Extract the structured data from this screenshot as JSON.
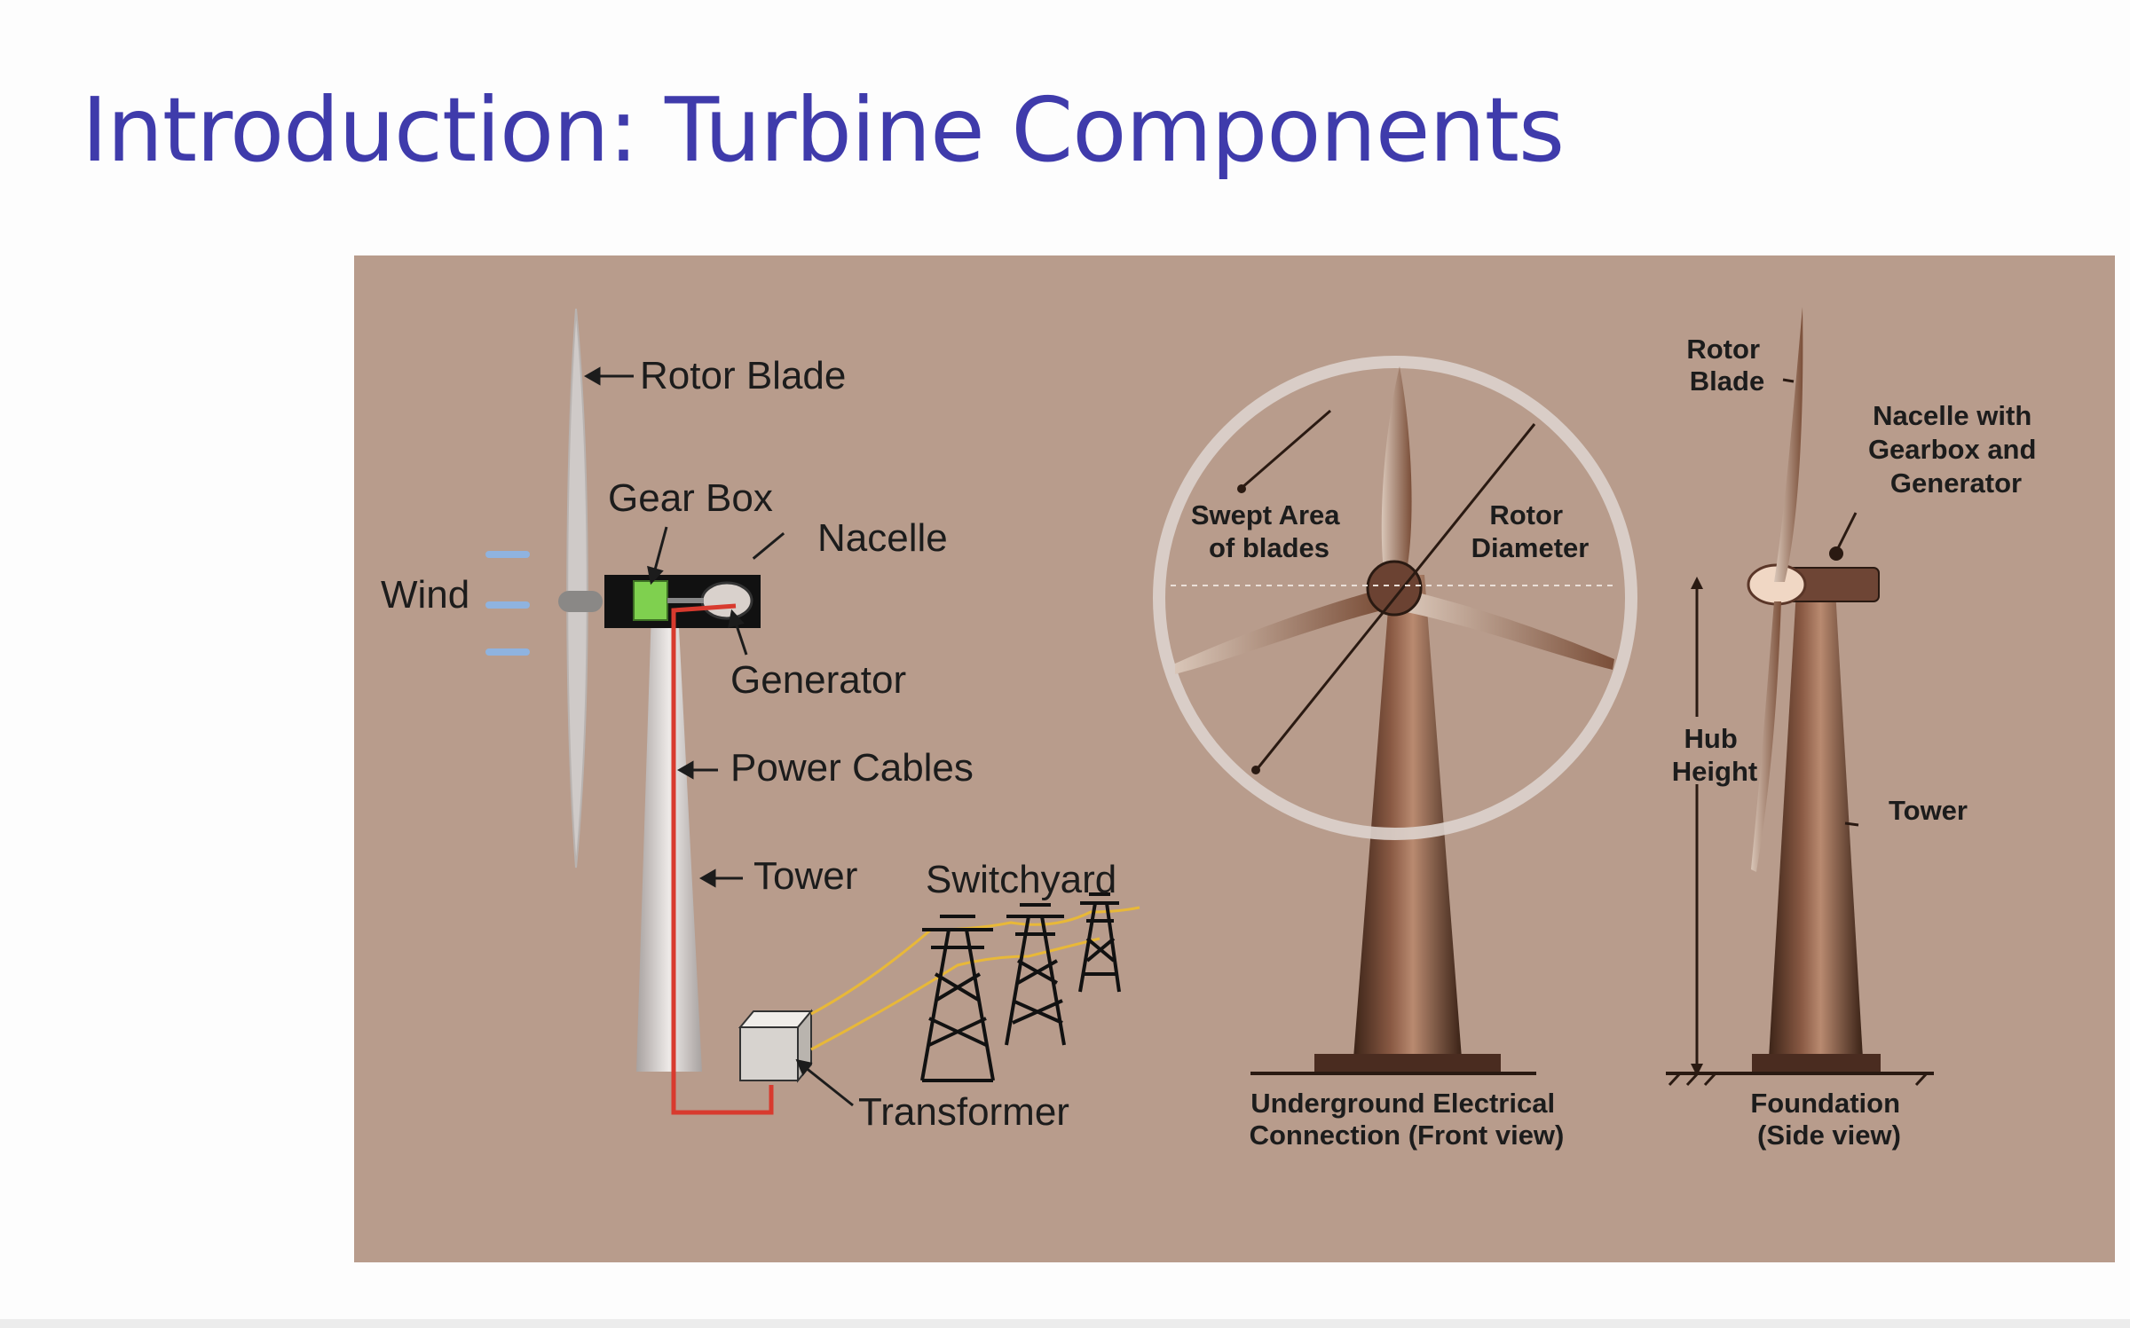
{
  "slide": {
    "title": "Introduction: Turbine Components"
  },
  "left_diagram": {
    "rotor_blade": "Rotor Blade",
    "gear_box": "Gear Box",
    "nacelle": "Nacelle",
    "wind": "Wind",
    "generator": "Generator",
    "power_cables": "Power Cables",
    "tower": "Tower",
    "switchyard": "Switchyard",
    "transformer": "Transformer"
  },
  "front_view": {
    "swept_area": [
      "Swept Area",
      "of blades"
    ],
    "rotor_diameter": [
      "Rotor",
      "Diameter"
    ],
    "caption": [
      "Underground Electrical",
      "Connection (Front view)"
    ]
  },
  "side_view": {
    "rotor_blade": [
      "Rotor",
      "Blade"
    ],
    "nacelle": [
      "Nacelle with",
      "Gearbox and",
      "Generator"
    ],
    "hub_height": [
      "Hub",
      "Height"
    ],
    "tower": "Tower",
    "caption": [
      "Foundation",
      "(Side view)"
    ]
  },
  "colors": {
    "title": "#3f3bab",
    "diagram_bg": "#b89c8c",
    "power_cable": "#d83a2e",
    "transmission_line": "#e8b838",
    "gearbox": "#7fd04f",
    "wind_arrows": "#8fb3df"
  }
}
